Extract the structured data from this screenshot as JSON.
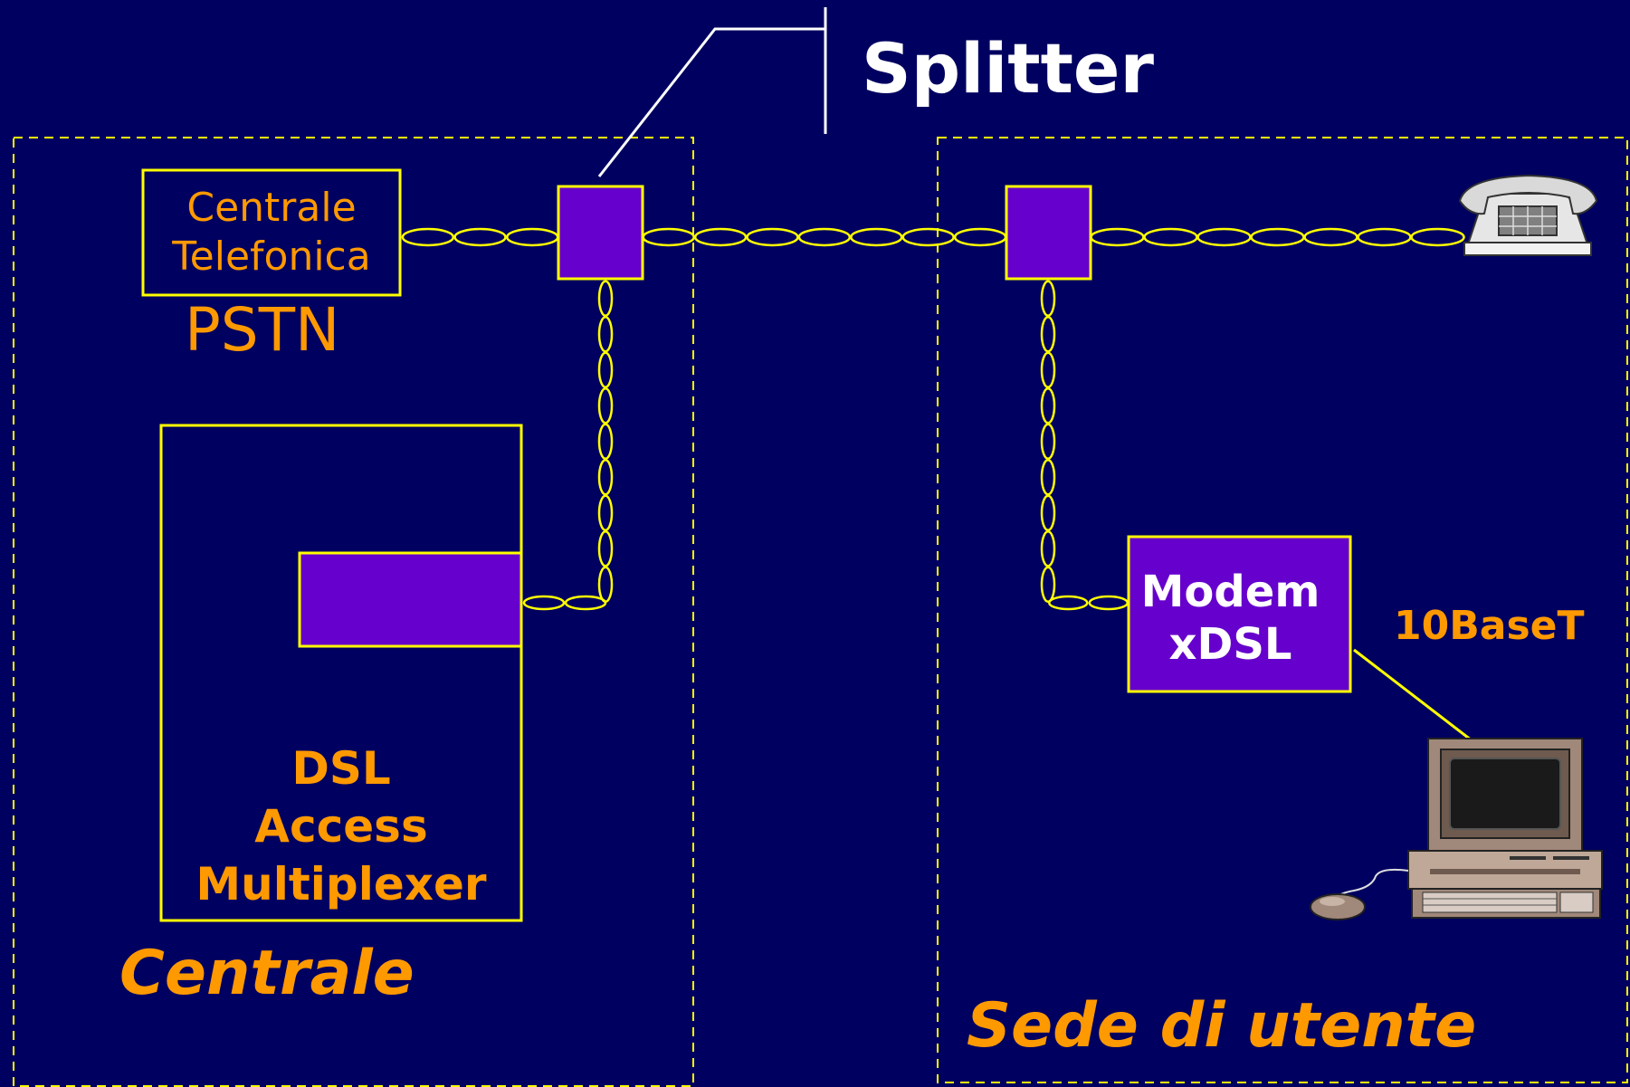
{
  "splitter_label": "Splitter",
  "centrale_telefonica": [
    "Centrale",
    "Telefonica"
  ],
  "pstn_label": "PSTN",
  "dslam_label": [
    "DSL",
    "Access",
    "Multiplexer"
  ],
  "centrale_zone_label": "Centrale",
  "modem_label": [
    "Modem",
    "xDSL"
  ],
  "tenbaset_label": "10BaseT",
  "sede_zone_label": "Sede di utente",
  "colors": {
    "background": "#000060",
    "box_fill": "#6600CC",
    "wire": "#FFFF00",
    "label_orange": "#FF9900",
    "label_white": "#FFFFFF"
  },
  "icons": [
    "telephone-icon",
    "computer-icon",
    "mouse-icon"
  ]
}
